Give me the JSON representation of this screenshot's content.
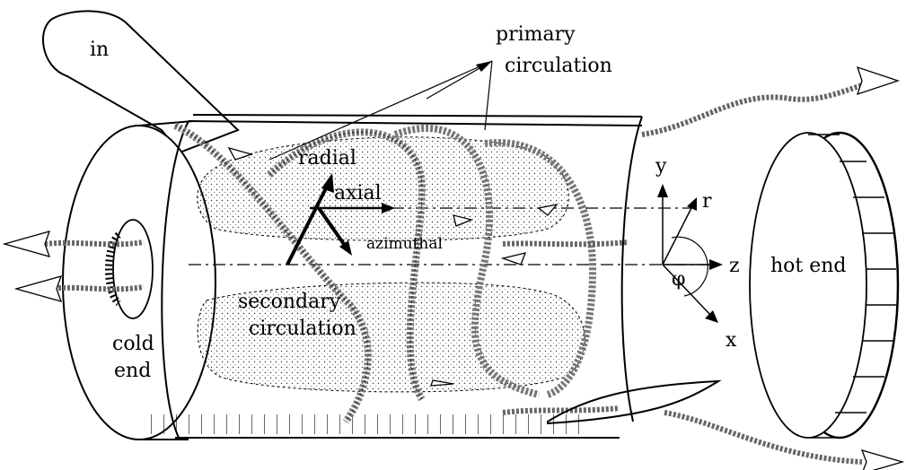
{
  "diagram": {
    "labels": {
      "inlet": "in",
      "primary_circulation": [
        "primary",
        "circulation"
      ],
      "radial": "radial",
      "axial": "axial",
      "azimuthal": "azimuthal",
      "secondary_circulation": [
        "secondary",
        "circulation"
      ],
      "cold_end": [
        "cold",
        "end"
      ],
      "hot_end": "hot end",
      "axis_y": "y",
      "axis_r": "r",
      "axis_z": "z",
      "axis_x": "x",
      "axis_phi": "φ"
    }
  }
}
